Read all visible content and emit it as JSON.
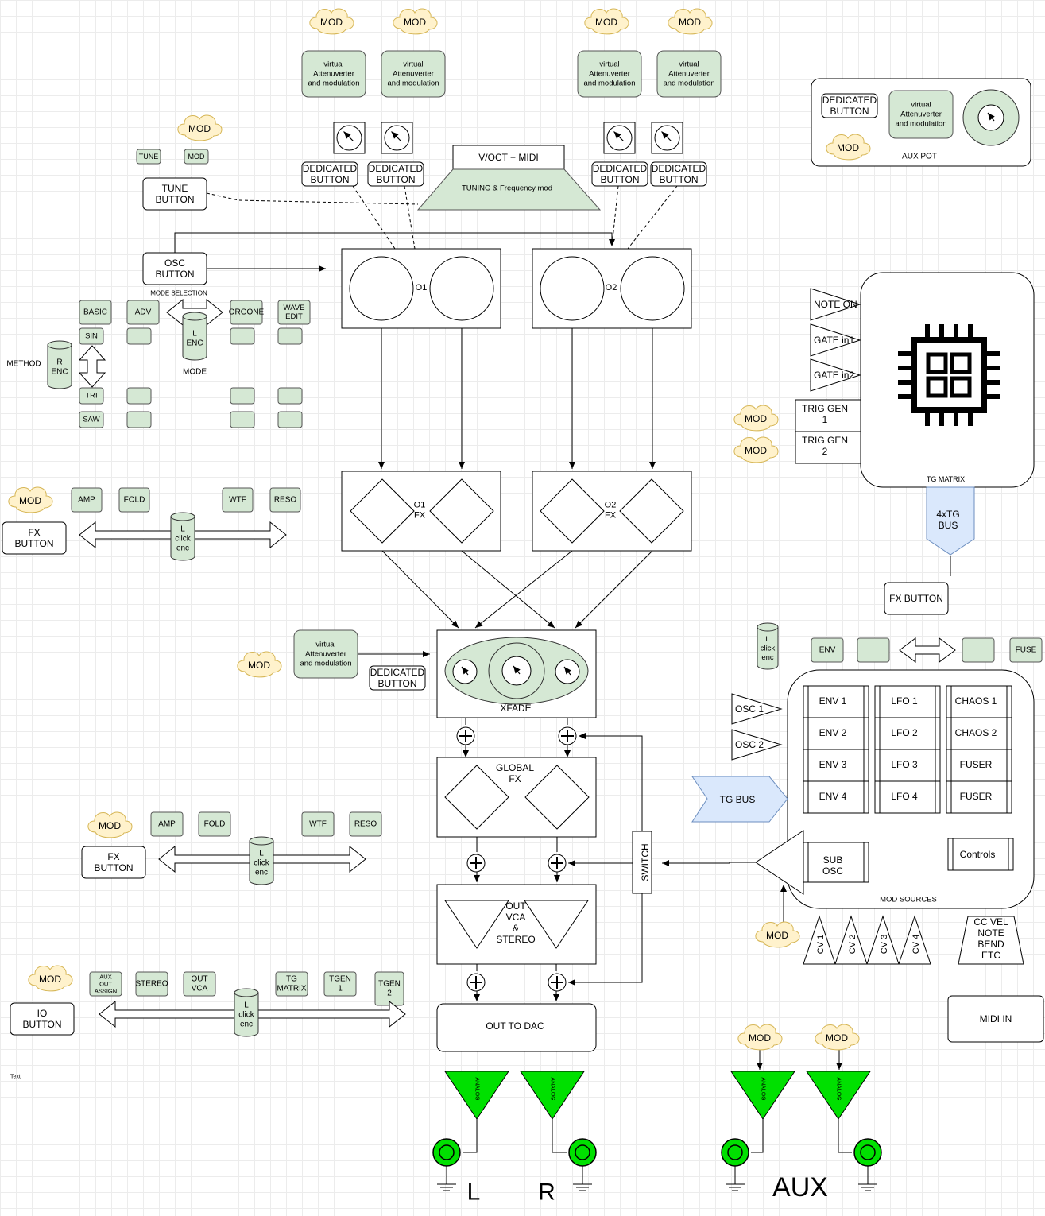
{
  "mod": "MOD",
  "virt": [
    "virtual",
    "Attenuverter",
    "and modulation"
  ],
  "dedicated": [
    "DEDICATED",
    "BUTTON"
  ],
  "vocts": "V/OCT + MIDI",
  "tuning": "TUNING & Frequency mod",
  "tune_small": "TUNE",
  "mod_small": "MOD",
  "tune_button": [
    "TUNE",
    "BUTTON"
  ],
  "osc_button": [
    "OSC",
    "BUTTON"
  ],
  "mode_selection": "MODE SELECTION",
  "modes": [
    "BASIC",
    "ADV",
    "ORGONE",
    [
      "WAVE",
      "EDIT"
    ]
  ],
  "waves": [
    "SIN",
    "TRI",
    "SAW"
  ],
  "l_enc": [
    "L",
    "ENC"
  ],
  "r_enc": [
    "R",
    "ENC"
  ],
  "mode": "MODE",
  "method": "METHOD",
  "o1": "O1",
  "o2": "O2",
  "o1fx": [
    "O1",
    "FX"
  ],
  "o2fx": [
    "O2",
    "FX"
  ],
  "fx_button": [
    "FX",
    "BUTTON"
  ],
  "fx_opts": [
    "AMP",
    "FOLD",
    "WTF",
    "RESO"
  ],
  "l_click_enc": [
    "L",
    "click",
    "enc"
  ],
  "xfade": "XFADE",
  "global_fx": [
    "GLOBAL",
    "FX"
  ],
  "out_vca": [
    "OUT",
    "VCA",
    "&",
    "STEREO"
  ],
  "out_dac": "OUT TO DAC",
  "switch": "SWITCH",
  "io_button": [
    "IO",
    "BUTTON"
  ],
  "io_opts": [
    [
      "AUX",
      "OUT",
      "ASSIGN"
    ],
    "STEREO",
    [
      "OUT",
      "VCA"
    ],
    [
      "TG",
      "MATRIX"
    ],
    [
      "TGEN",
      "1"
    ],
    [
      "TGEN",
      "2"
    ]
  ],
  "text_label": "Text",
  "analog": "ANALOG",
  "outputs": {
    "l": "L",
    "r": "R",
    "aux": "AUX"
  },
  "aux_pot": "AUX POT",
  "tg_inputs": [
    "NOTE ON",
    "GATE in1",
    "GATE in2"
  ],
  "trig_gen": [
    [
      "TRIG GEN",
      "1"
    ],
    [
      "TRIG GEN",
      "2"
    ]
  ],
  "tg_matrix": "TG MATRIX",
  "tg_bus_4": [
    "4xTG",
    "BUS"
  ],
  "fx_button_right": "FX BUTTON",
  "mod_tabs": [
    "ENV",
    "FUSE"
  ],
  "mod_sources": {
    "env": [
      "ENV 1",
      "ENV 2",
      "ENV 3",
      "ENV 4"
    ],
    "lfo": [
      "LFO 1",
      "LFO 2",
      "LFO 3",
      "LFO 4"
    ],
    "chaos": [
      "CHAOS 1",
      "CHAOS 2",
      "FUSER",
      "FUSER"
    ],
    "sub_osc": [
      "SUB",
      "OSC"
    ],
    "controls": "Controls",
    "title": "MOD SOURCES"
  },
  "osc_in": [
    "OSC 1",
    "OSC 2"
  ],
  "tg_bus": "TG BUS",
  "cv": [
    "CV 1",
    "CV 2",
    "CV 3",
    "CV 4"
  ],
  "cc": [
    "CC VEL",
    "NOTE",
    "BEND",
    "ETC"
  ],
  "midi_in": "MIDI IN",
  "colors": {
    "green_fill": "#d5e8d4",
    "mod_cloud": "#fff2cc",
    "tg_panel": "#dae8fc",
    "mod_panel": "#ffe6cc",
    "aux_panel": "#d5e8b0",
    "analog_green": "#00e000"
  }
}
